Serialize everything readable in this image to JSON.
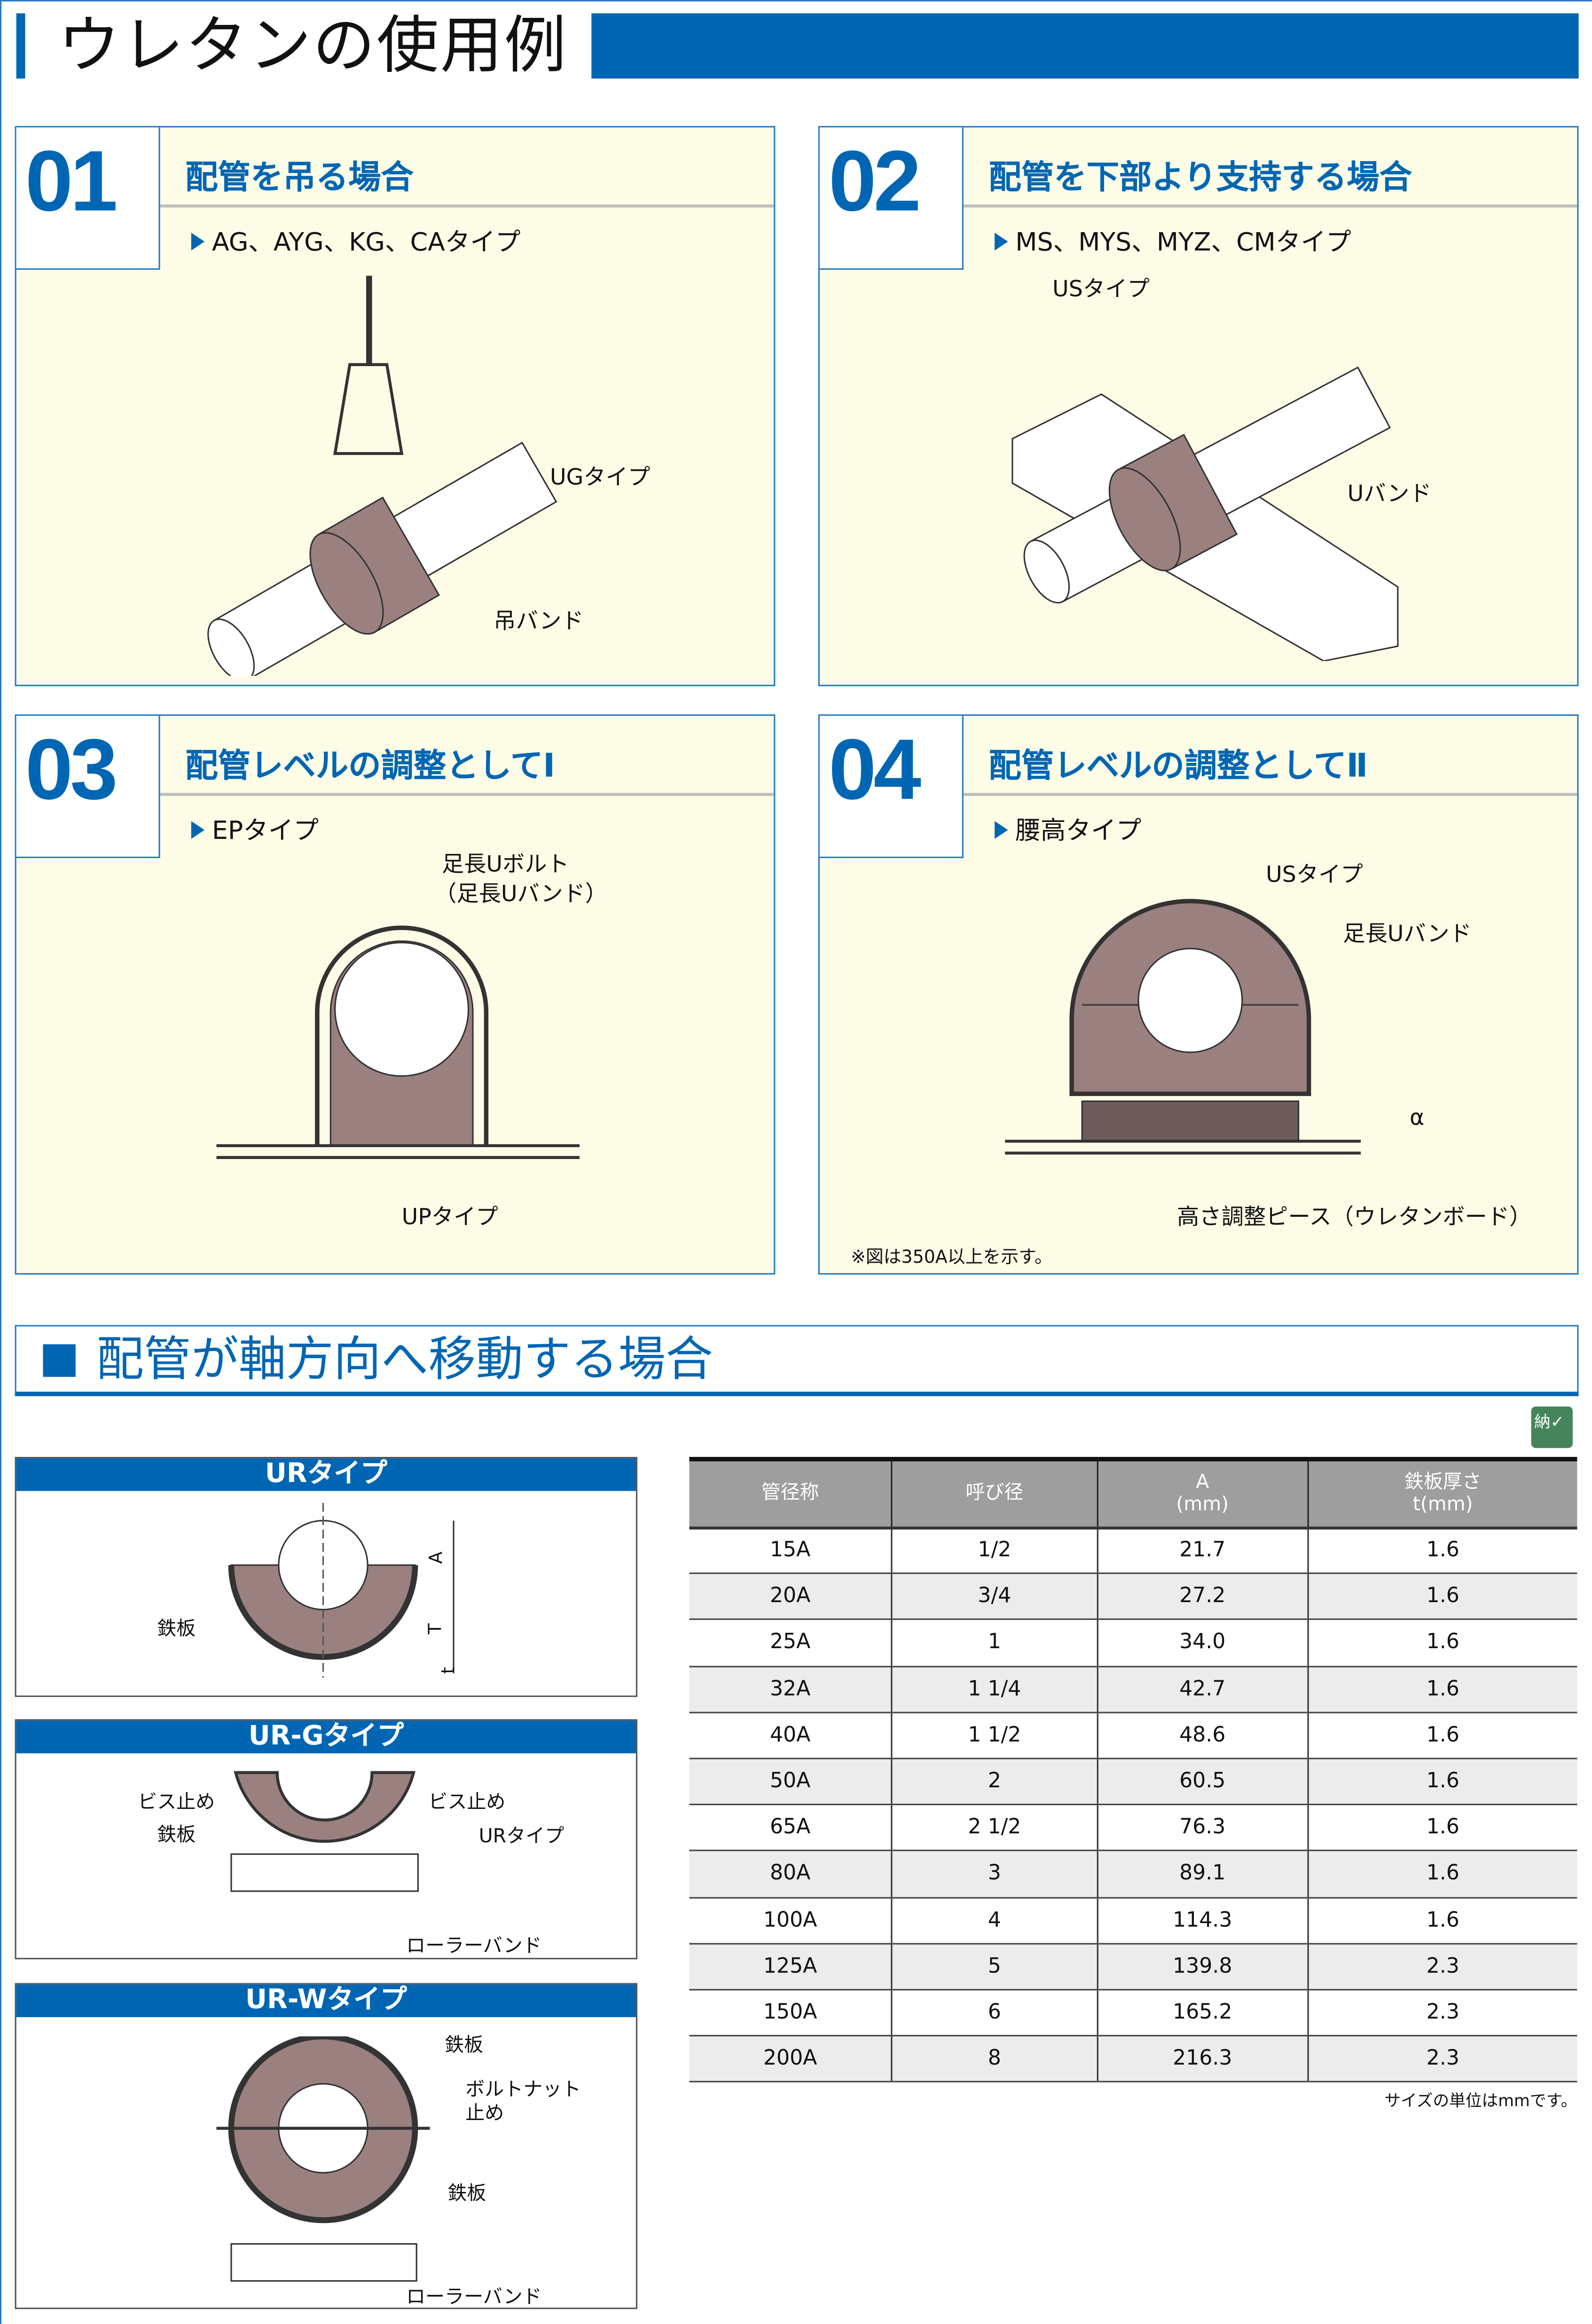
{
  "page_title": "ウレタンの使用例",
  "panels": [
    {
      "num": "01",
      "title": "配管を吊る場合",
      "subtitle": "AG、AYG、KG、CAタイプ",
      "labels": [
        "UGタイプ",
        "吊バンド"
      ]
    },
    {
      "num": "02",
      "title": "配管を下部より支持する場合",
      "subtitle": "MS、MYS、MYZ、CMタイプ",
      "labels": [
        "USタイプ",
        "Uバンド"
      ]
    },
    {
      "num": "03",
      "title": "配管レベルの調整としてⅠ",
      "subtitle": "EPタイプ",
      "labels": [
        "足長Uボルト",
        "（足長Uバンド）",
        "UPタイプ"
      ]
    },
    {
      "num": "04",
      "title": "配管レベルの調整としてⅡ",
      "subtitle": "腰高タイプ",
      "labels": [
        "USタイプ",
        "足長Uバンド",
        "α",
        "高さ調整ピース（ウレタンボード）"
      ],
      "note": "※図は350A以上を示す。"
    }
  ],
  "section_title": "配管が軸方向へ移動する場合",
  "types": [
    {
      "title": "URタイプ",
      "labels": [
        "鉄板",
        "A",
        "T",
        "t"
      ]
    },
    {
      "title": "UR-Gタイプ",
      "labels": [
        "ビス止め",
        "鉄板",
        "ビス止め",
        "URタイプ",
        "ローラーバンド"
      ]
    },
    {
      "title": "UR-Wタイプ",
      "labels": [
        "鉄板",
        "ボルトナット",
        "止め",
        "鉄板",
        "ローラーバンド"
      ]
    }
  ],
  "badge": "納",
  "table": {
    "headers": [
      [
        "管径称"
      ],
      [
        "呼び径"
      ],
      [
        "A",
        "(mm)"
      ],
      [
        "鉄板厚さ",
        "t(mm)"
      ]
    ],
    "rows": [
      [
        "15A",
        "1/2",
        "21.7",
        "1.6"
      ],
      [
        "20A",
        "3/4",
        "27.2",
        "1.6"
      ],
      [
        "25A",
        "1",
        "34.0",
        "1.6"
      ],
      [
        "32A",
        "1 1/4",
        "42.7",
        "1.6"
      ],
      [
        "40A",
        "1 1/2",
        "48.6",
        "1.6"
      ],
      [
        "50A",
        "2",
        "60.5",
        "1.6"
      ],
      [
        "65A",
        "2 1/2",
        "76.3",
        "1.6"
      ],
      [
        "80A",
        "3",
        "89.1",
        "1.6"
      ],
      [
        "100A",
        "4",
        "114.3",
        "1.6"
      ],
      [
        "125A",
        "5",
        "139.8",
        "2.3"
      ],
      [
        "150A",
        "6",
        "165.2",
        "2.3"
      ],
      [
        "200A",
        "8",
        "216.3",
        "2.3"
      ]
    ],
    "note": "サイズの単位はmmです。"
  },
  "colors": {
    "accent": "#0066b3",
    "urethane": "#9b8080",
    "panel_bg": "#fdfce6"
  }
}
